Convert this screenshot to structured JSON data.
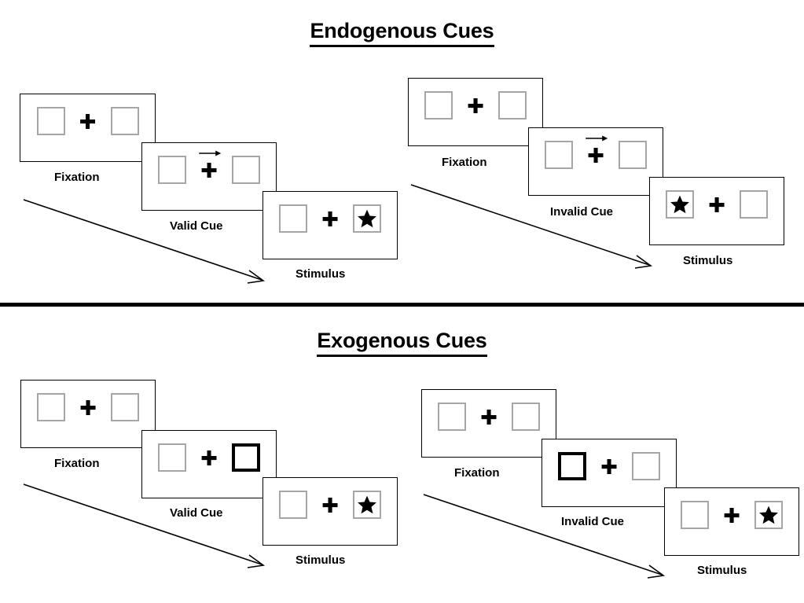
{
  "page": {
    "background": "#ffffff",
    "ink": "#000000",
    "box_border_color": "#a6a6a6",
    "cued_box_border_color": "#000000",
    "divider_color": "#000000"
  },
  "sections": [
    {
      "id": "endogenous",
      "title": "Endogenous Cues",
      "cue_type": "arrow",
      "conditions": [
        {
          "id": "endogenous-valid",
          "frames": [
            {
              "label": "Fixation",
              "left_box": "empty",
              "right_box": "empty",
              "cue": "none"
            },
            {
              "label": "Valid Cue",
              "left_box": "empty",
              "right_box": "empty",
              "cue": "arrow-right"
            },
            {
              "label": "Stimulus",
              "left_box": "empty",
              "right_box": "star",
              "cue": "none"
            }
          ]
        },
        {
          "id": "endogenous-invalid",
          "frames": [
            {
              "label": "Fixation",
              "left_box": "empty",
              "right_box": "empty",
              "cue": "none"
            },
            {
              "label": "Invalid Cue",
              "left_box": "empty",
              "right_box": "empty",
              "cue": "arrow-right"
            },
            {
              "label": "Stimulus",
              "left_box": "star",
              "right_box": "empty",
              "cue": "none"
            }
          ]
        }
      ]
    },
    {
      "id": "exogenous",
      "title": "Exogenous Cues",
      "cue_type": "box-highlight",
      "conditions": [
        {
          "id": "exogenous-valid",
          "frames": [
            {
              "label": "Fixation",
              "left_box": "empty",
              "right_box": "empty",
              "cue": "none"
            },
            {
              "label": "Valid Cue",
              "left_box": "empty",
              "right_box": "cued",
              "cue": "none"
            },
            {
              "label": "Stimulus",
              "left_box": "empty",
              "right_box": "star",
              "cue": "none"
            }
          ]
        },
        {
          "id": "exogenous-invalid",
          "frames": [
            {
              "label": "Fixation",
              "left_box": "empty",
              "right_box": "empty",
              "cue": "none"
            },
            {
              "label": "Invalid Cue",
              "left_box": "cued",
              "right_box": "empty",
              "cue": "none"
            },
            {
              "label": "Stimulus",
              "left_box": "empty",
              "right_box": "star",
              "cue": "none"
            }
          ]
        }
      ]
    }
  ],
  "labels": {
    "endo_valid": {
      "f0": "Fixation",
      "f1": "Valid Cue",
      "f2": "Stimulus"
    },
    "endo_invalid": {
      "f0": "Fixation",
      "f1": "Invalid Cue",
      "f2": "Stimulus"
    },
    "exo_valid": {
      "f0": "Fixation",
      "f1": "Valid Cue",
      "f2": "Stimulus"
    },
    "exo_invalid": {
      "f0": "Fixation",
      "f1": "Invalid Cue",
      "f2": "Stimulus"
    }
  },
  "titles": {
    "endogenous": "Endogenous Cues",
    "exogenous": "Exogenous Cues"
  },
  "icons": {
    "fixation_cross": "✚",
    "star": "star-icon",
    "cue_arrow": "arrow-right-icon",
    "time_arrow": "time-flow-arrow-icon"
  }
}
